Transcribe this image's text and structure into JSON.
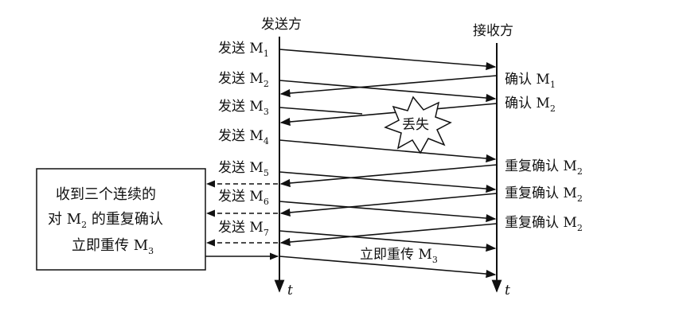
{
  "headers": {
    "sender": "发送方",
    "receiver": "接收方"
  },
  "time_label": "t",
  "lost_label": "丢失",
  "sender_labels": [
    {
      "prefix": "发送 M",
      "sub": "1"
    },
    {
      "prefix": "发送 M",
      "sub": "2"
    },
    {
      "prefix": "发送 M",
      "sub": "3"
    },
    {
      "prefix": "发送 M",
      "sub": "4"
    },
    {
      "prefix": "发送 M",
      "sub": "5"
    },
    {
      "prefix": "发送 M",
      "sub": "6"
    },
    {
      "prefix": "发送 M",
      "sub": "7"
    }
  ],
  "receiver_labels": [
    {
      "prefix": "确认 M",
      "sub": "1"
    },
    {
      "prefix": "确认 M",
      "sub": "2"
    },
    {
      "prefix": "重复确认 M",
      "sub": "2"
    },
    {
      "prefix": "重复确认 M",
      "sub": "2"
    },
    {
      "prefix": "重复确认 M",
      "sub": "2"
    }
  ],
  "box": {
    "line1": "收到三个连续的",
    "line2_pre": "对 M",
    "line2_sub": "2",
    "line2_post": " 的重复确认",
    "line3_pre": "立即重传 M",
    "line3_sub": "3"
  },
  "retransmit_label": {
    "prefix": "立即重传 M",
    "sub": "3"
  }
}
